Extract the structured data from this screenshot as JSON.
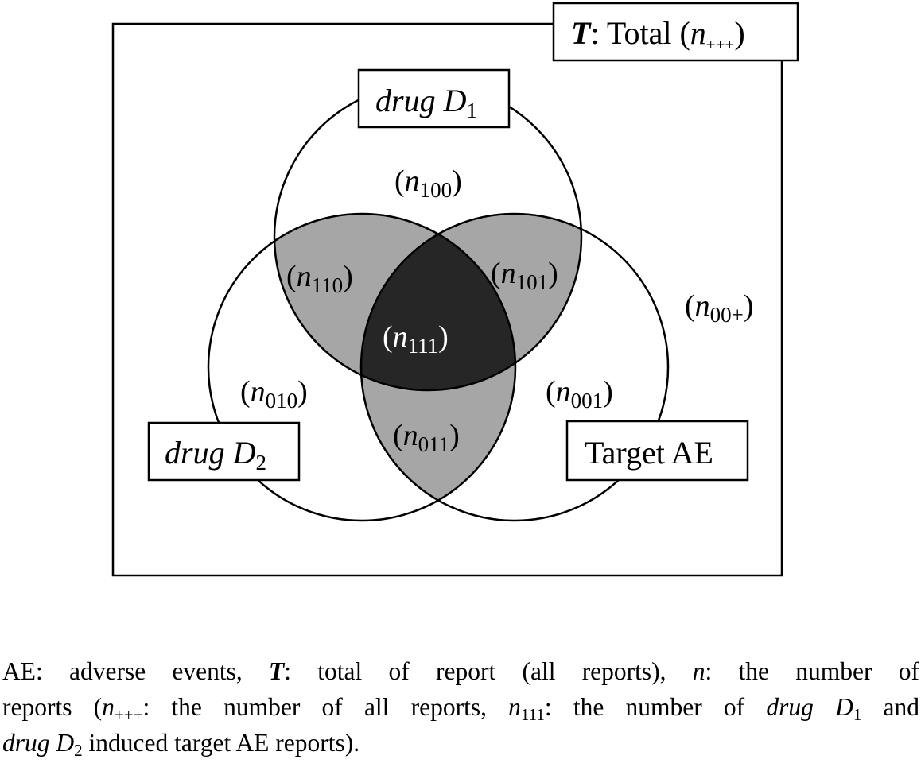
{
  "diagram": {
    "total_label": {
      "symbol": "T",
      "text": ": Total (",
      "var": "n",
      "sub": "+++",
      "close": ")"
    },
    "set_labels": {
      "d1": {
        "word": "drug ",
        "var": "D",
        "sub": "1"
      },
      "d2": {
        "word": "drug ",
        "var": "D",
        "sub": "2"
      },
      "ae": "Target AE"
    },
    "regions": [
      {
        "id": "r100",
        "var": "n",
        "sub": "100",
        "fill": "#ffffff"
      },
      {
        "id": "r110",
        "var": "n",
        "sub": "110",
        "fill": "#a6a6a6"
      },
      {
        "id": "r101",
        "var": "n",
        "sub": "101",
        "fill": "#a6a6a6"
      },
      {
        "id": "r111",
        "var": "n",
        "sub": "111",
        "fill": "#262626"
      },
      {
        "id": "r010",
        "var": "n",
        "sub": "010",
        "fill": "#ffffff"
      },
      {
        "id": "r001",
        "var": "n",
        "sub": "001",
        "fill": "#ffffff"
      },
      {
        "id": "r011",
        "var": "n",
        "sub": "011",
        "fill": "#a6a6a6"
      },
      {
        "id": "r00p",
        "var": "n",
        "sub": "00+",
        "fill": "#ffffff"
      }
    ]
  },
  "caption": {
    "l1_a": "AE: adverse events, ",
    "l1_T": "T",
    "l1_b": ": total of report (all reports), ",
    "l1_n": "n",
    "l1_c": ": the number of",
    "l2_a": "reports (",
    "l2_n1": "n",
    "l2_s1": "+++",
    "l2_b": ": the number of all reports, ",
    "l2_n2": "n",
    "l2_s2": "111",
    "l2_c": ": the number of ",
    "l2_drug": "drug D",
    "l2_s3": "1",
    "l2_d": " and",
    "l3_drug": "drug D",
    "l3_s": "2",
    "l3_a": " induced target AE reports)."
  }
}
